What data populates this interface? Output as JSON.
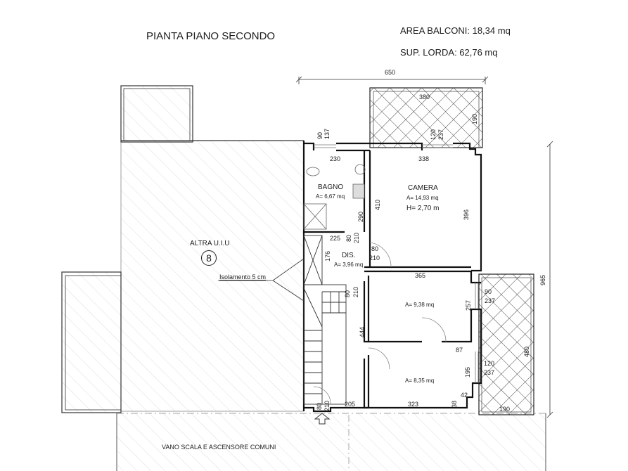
{
  "header": {
    "title": "PIANTA PIANO SECONDO",
    "area_balconi": "AREA BALCONI: 18,34 mq",
    "sup_lorda": "SUP. LORDA: 62,76 mq"
  },
  "overall_dimensions": {
    "width": "650",
    "height": "965"
  },
  "neighbor": {
    "label": "ALTRA U.I.U",
    "number": "8",
    "insulation_note": "Isolamento 5 cm"
  },
  "common_area": {
    "label": "VANO SCALA E ASCENSORE COMUNI"
  },
  "rooms": {
    "bagno": {
      "name": "BAGNO",
      "area": "A= 6,67 mq"
    },
    "camera": {
      "name": "CAMERA",
      "area": "A= 14,93 mq",
      "height": "H= 2,70 m"
    },
    "dis": {
      "name": "DIS.",
      "area": "A= 3,96 mq"
    },
    "room3": {
      "area": "A= 9,38 mq"
    },
    "room4": {
      "area": "A= 8,35 mq"
    }
  },
  "balconies": {
    "top": {
      "width": "380",
      "depth": "190"
    },
    "right": {
      "length": "480",
      "depth": "190"
    }
  },
  "dimensions": {
    "bagno_window_w": "90",
    "bagno_window_h": "137",
    "camera_window_w": "120",
    "camera_window_h": "237",
    "bagno_width": "230",
    "camera_width": "338",
    "camera_left": "410",
    "camera_right": "396",
    "bagno_wall": "290",
    "dis_width": "225",
    "dis_door1_w": "80",
    "dis_door1_h": "210",
    "camera_door_w": "80",
    "camera_door_h": "210",
    "dis_depth": "176",
    "stair_door_w": "80",
    "stair_door_h": "210",
    "room3_width": "365",
    "room3_right": "257",
    "room3_win_w": "90",
    "room3_win_h": "237",
    "hall_length": "444",
    "door_87": "87",
    "room4_win_w": "120",
    "room4_win_h": "237",
    "room4_right": "195",
    "step_42": "42",
    "step_38": "38",
    "room4_width": "323",
    "entrance_width": "205",
    "entry_door_w": "80",
    "entry_door_h": "210"
  }
}
